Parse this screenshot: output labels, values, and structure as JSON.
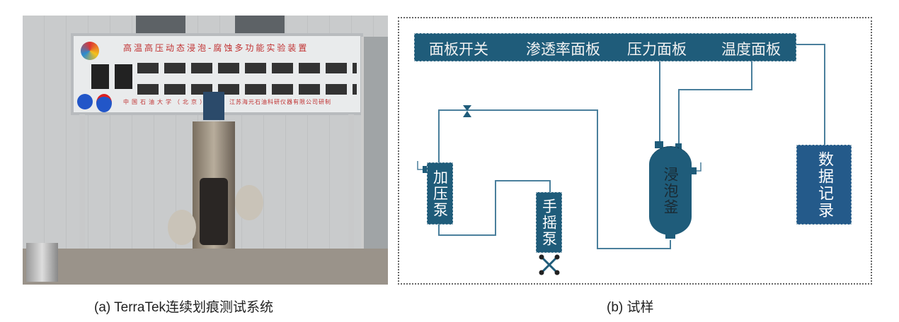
{
  "photo": {
    "panel_title": "高温高压动态浸泡-腐蚀多功能实验装置",
    "panel_footer_left": "中国石油大学（北京）",
    "panel_footer_right": "江苏海元石油科研仪器有限公司研制"
  },
  "captions": {
    "a": "(a) TerraTek连续划痕测试系统",
    "b": "(b) 试样"
  },
  "diagram": {
    "top_labels": [
      "面板开关",
      "渗透率面板",
      "压力面板",
      "温度面板"
    ],
    "pressure_pump": "加压泵",
    "hand_pump": "手摇泵",
    "vessel": "浸泡釜",
    "data_record": "数据记录"
  },
  "colors": {
    "box": "#1f5c7a",
    "data": "#245a8a",
    "line": "#3f7a9a"
  }
}
